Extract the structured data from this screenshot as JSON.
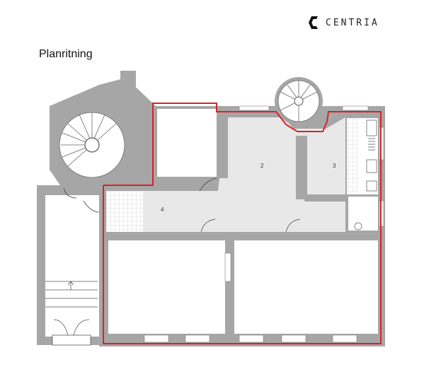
{
  "page": {
    "title": "Planritning"
  },
  "logo": {
    "text": "CENTRIA",
    "icon": "c-logo-icon"
  },
  "rooms": [
    {
      "id": "room-2",
      "label": "2"
    },
    {
      "id": "room-3",
      "label": "3"
    },
    {
      "id": "room-4",
      "label": "4"
    }
  ],
  "colors": {
    "wall": "#a6a6a6",
    "wall_dark": "#7f7f7f",
    "floor_shared": "#e8e8e8",
    "outline": "#d8232a",
    "background": "#ffffff"
  }
}
